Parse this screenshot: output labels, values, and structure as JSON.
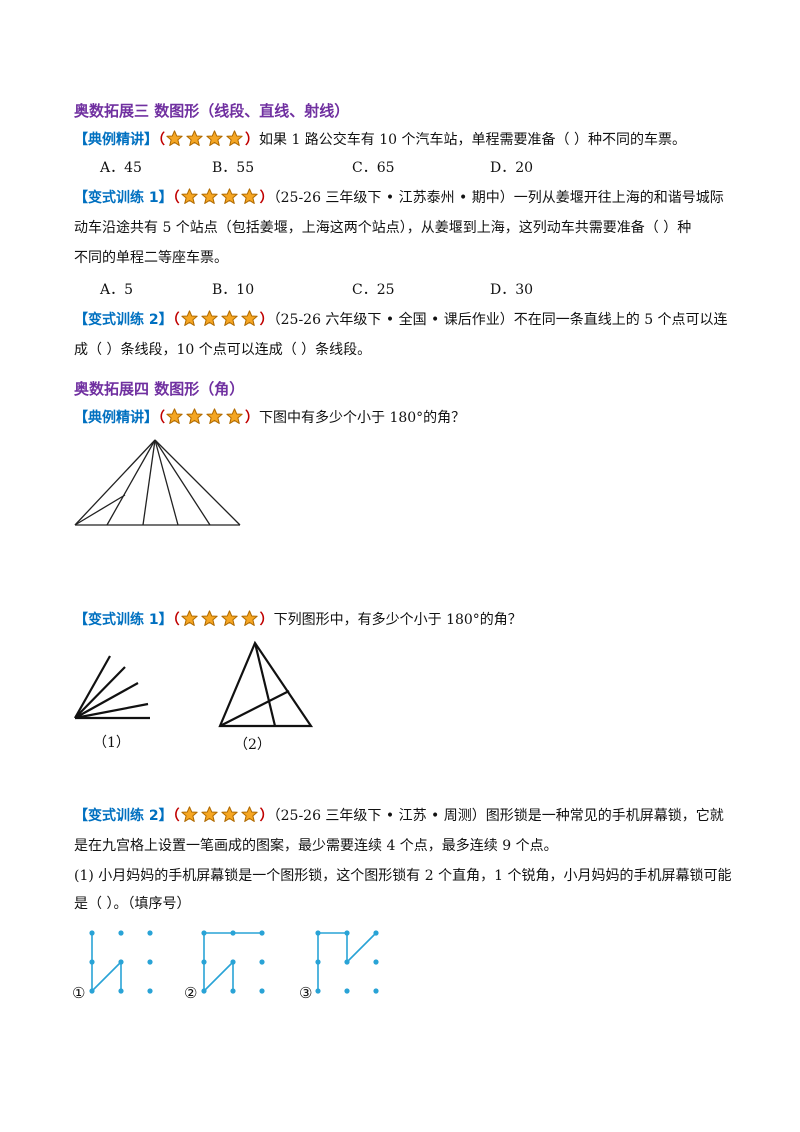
{
  "sec3": {
    "heading": "奥数拓展三  数图形（线段、直线、射线）",
    "ex": {
      "tag": "【典例精讲】",
      "open": "（",
      "close": "）",
      "text": "如果 1 路公交车有 10 个汽车站，单程需要准备（        ）种不同的车票。",
      "options": [
        "A．45",
        "B．55",
        "C．65",
        "D．20"
      ]
    },
    "v1": {
      "tag": "【变式训练 1】",
      "open": "（",
      "close": "）",
      "line1": "（25-26 三年级下 • 江苏泰州 • 期中）一列从姜堰开往上海的和谐号城际",
      "line2": "动车沿途共有 5 个站点（包括姜堰，上海这两个站点），从姜堰到上海，这列动车共需要准备（        ）种",
      "line3": "不同的单程二等座车票。",
      "options": [
        "A．5",
        "B．10",
        "C．25",
        "D．30"
      ]
    },
    "v2": {
      "tag": "【变式训练 2】",
      "open": "（",
      "close": "）",
      "line1": "（25-26 六年级下 • 全国 • 课后作业）不在同一条直线上的 5 个点可以连",
      "line2": "成（          ）条线段，10 个点可以连成（          ）条线段。"
    }
  },
  "sec4": {
    "heading": "奥数拓展四  数图形（角）",
    "ex": {
      "tag": "【典例精讲】",
      "open": "（",
      "close": "）",
      "text": "下图中有多少个小于 180°的角？"
    },
    "v1": {
      "tag": "【变式训练 1】",
      "open": "（",
      "close": "）",
      "text": "下列图形中，有多少个小于 180°的角？",
      "label1": "（1）",
      "label2": "（2）"
    },
    "v2": {
      "tag": "【变式训练 2】",
      "open": "（",
      "close": "）",
      "line1": "（25-26 三年级下 • 江苏 • 周测）图形锁是一种常见的手机屏幕锁，它就",
      "line2": "是在九宫格上设置一笔画成的图案，最少需要连续 4 个点，最多连续 9 个点。",
      "line3": "(1) 小月妈妈的手机屏幕锁是一个图形锁，这个图形锁有 2 个直角，1 个锐角，小月妈妈的手机屏幕锁可能",
      "line4": "是（            ）。（填序号）",
      "labels": [
        "①",
        "②",
        "③"
      ]
    }
  },
  "colors": {
    "heading": "#7030a0",
    "tag": "#0070c0",
    "paren": "#c00000",
    "star": "#f5a623",
    "grid": "#29a3d6"
  }
}
